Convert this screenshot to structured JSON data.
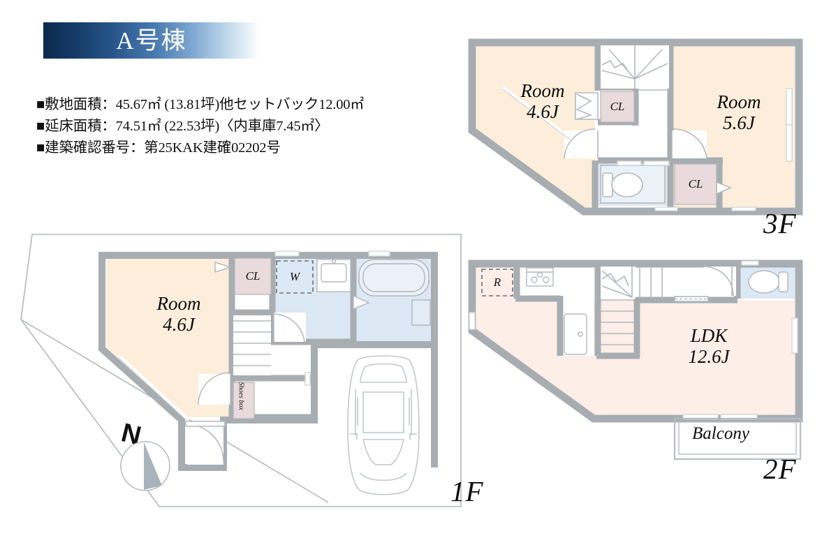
{
  "header": {
    "building_label": "A号棟",
    "banner_gradient_from": "#0c2a4d",
    "banner_gradient_to": "#ffffff"
  },
  "specs": {
    "items": [
      "■敷地面積：45.67㎡ (13.81坪) 他セットバック12.00㎡",
      "■延床面積：74.51㎡ (22.53坪)〈内車庫7.45㎡〉",
      "■建築確認番号：第25KAK建確02202号"
    ],
    "site_area_sqm": "45.67",
    "site_area_tsubo": "13.81",
    "setback_sqm": "12.00",
    "total_floor_area_sqm": "74.51",
    "total_floor_area_tsubo": "22.53",
    "garage_area_sqm": "7.45",
    "building_confirmation_no": "第25KAK建確02202号"
  },
  "colors": {
    "room_fill": "#fceeda",
    "ldk_fill": "#fdeee8",
    "closet_fill": "#e8dadd",
    "water_fill": "#dce8f4",
    "wall": "#a8adb2",
    "thin_line": "#b3b8bd",
    "text": "#111111"
  },
  "floors": {
    "f1": {
      "label": "1F",
      "rooms": [
        {
          "name": "Room",
          "size": "4.6J"
        }
      ],
      "tags": [
        {
          "id": "cl",
          "label": "CL"
        },
        {
          "id": "w",
          "label": "W"
        },
        {
          "id": "shoes",
          "label": "Shoes box"
        }
      ],
      "fixtures": [
        "bathtub",
        "vanity-sink",
        "washer",
        "stairs",
        "car",
        "entrance-door",
        "shoes-box"
      ]
    },
    "f2": {
      "label": "2F",
      "rooms": [
        {
          "name": "LDK",
          "size": "12.6J"
        }
      ],
      "tags": [
        {
          "id": "r",
          "label": "R"
        },
        {
          "id": "balcony",
          "label": "Balcony"
        }
      ],
      "fixtures": [
        "refrigerator",
        "stove",
        "sink",
        "stairs",
        "toilet"
      ]
    },
    "f3": {
      "label": "3F",
      "rooms": [
        {
          "name": "Room",
          "size": "4.6J"
        },
        {
          "name": "Room",
          "size": "5.6J"
        }
      ],
      "tags": [
        {
          "id": "cl1",
          "label": "CL"
        },
        {
          "id": "cl2",
          "label": "CL"
        }
      ],
      "fixtures": [
        "stairs",
        "toilet"
      ]
    }
  },
  "compass": {
    "north_label": "N"
  }
}
